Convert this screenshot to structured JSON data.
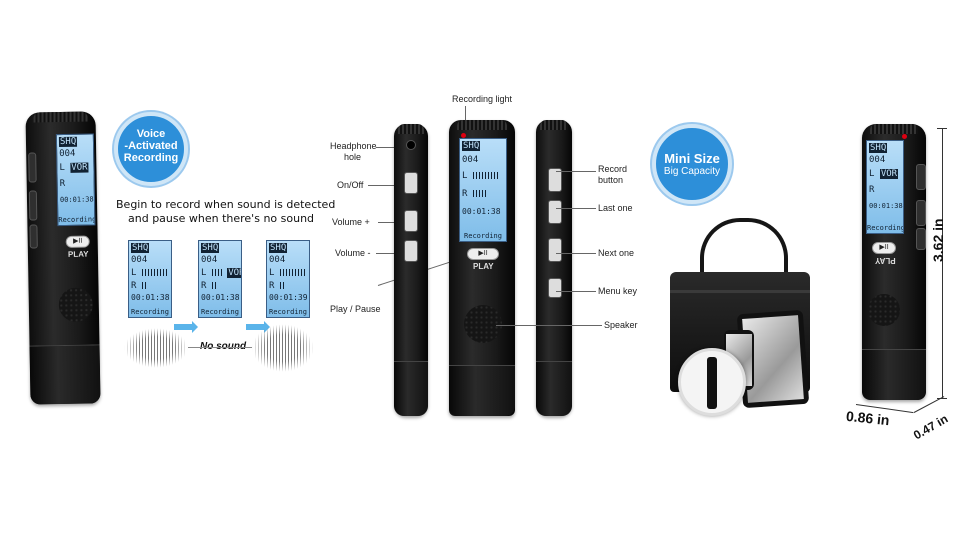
{
  "panel1": {
    "badge": {
      "line1": "Voice",
      "line2": "-Activated",
      "line3": "Recording"
    },
    "headline": {
      "line1": "Begin to record when sound is  detected",
      "line2": "and pause when there's no sound"
    },
    "device": {
      "play": "PLAY",
      "lcd": {
        "top": "SHQ",
        "folder": "004",
        "left": "L",
        "right": "R",
        "vor": "VOR",
        "time": "00:01:38",
        "status": "Recording"
      }
    },
    "screens": [
      {
        "top": "SHQ",
        "folder": "004",
        "left": "L",
        "right": "R",
        "vor": "",
        "time": "00:01:38",
        "status": "Recording"
      },
      {
        "top": "SHQ",
        "folder": "004",
        "left": "L",
        "right": "R",
        "vor": "VOR",
        "time": "00:01:38",
        "status": "Recording"
      },
      {
        "top": "SHQ",
        "folder": "004",
        "left": "L",
        "right": "R",
        "vor": "",
        "time": "00:01:39",
        "status": "Recording"
      }
    ],
    "no_sound": "No sound"
  },
  "panel2": {
    "lcd": {
      "top": "SHQ",
      "folder": "004",
      "left": "L",
      "right": "R",
      "vor": "",
      "time": "00:01:38",
      "status": "Recording"
    },
    "play": "PLAY",
    "labels": {
      "recording_light": "Recording light",
      "headphone_1": "Headphone",
      "headphone_2": "hole",
      "on_off": "On/Off",
      "volume_up": "Volume  +",
      "volume_down": "Volume  -",
      "play_pause": "Play / Pause",
      "record_1": "Record",
      "record_2": "button",
      "last_one": "Last one",
      "next_one": "Next one",
      "menu_key": "Menu key",
      "speaker": "Speaker"
    }
  },
  "panel3": {
    "badge": {
      "line1": "Mini Size",
      "line2": "Big Capacity"
    }
  },
  "panel4": {
    "lcd": {
      "top": "SHQ",
      "folder": "004",
      "left": "L",
      "right": "R",
      "vor": "VOR",
      "time": "00:01:38",
      "status": "Recording"
    },
    "play": "PLAY",
    "dims": {
      "height": "3.62 in",
      "width": "0.86 in",
      "depth": "0.47 in"
    }
  },
  "colors": {
    "badge_blue": "#2d8fd9",
    "lcd_blue": "#9fd0f2",
    "arrow_blue": "#5ab4ea"
  }
}
